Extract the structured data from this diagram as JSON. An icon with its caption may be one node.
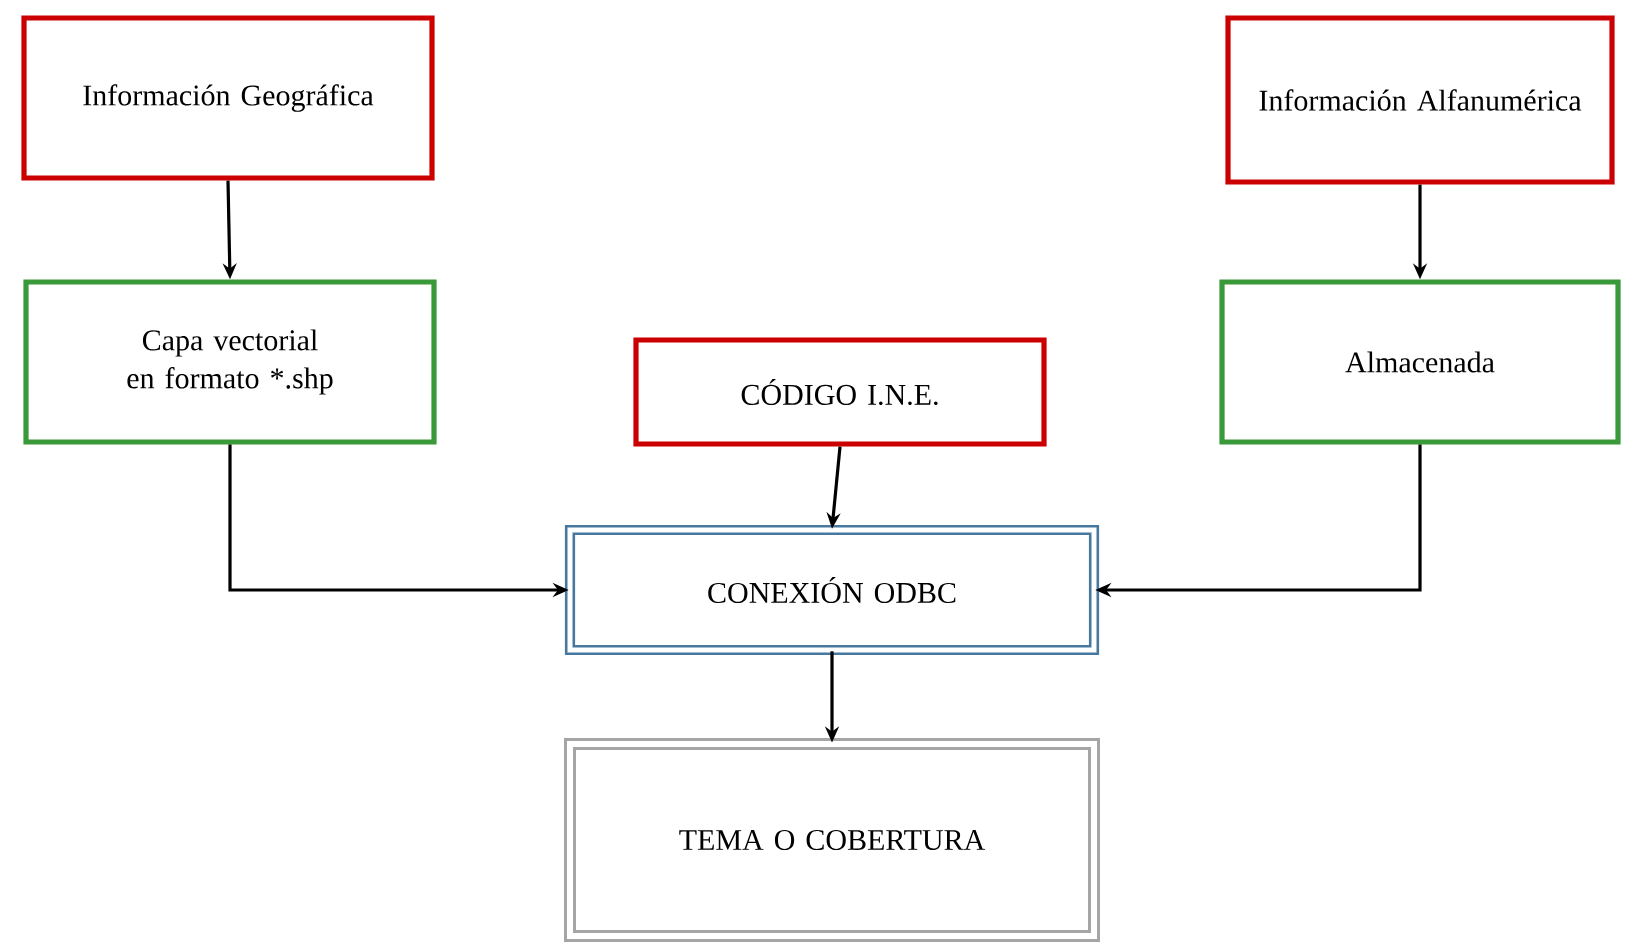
{
  "diagram": {
    "nodes": [
      {
        "text": [
          "Información Geográfica"
        ]
      },
      {
        "text": [
          "Información Alfanumérica"
        ]
      },
      {
        "text": [
          "Capa vectorial en formato *.shp"
        ]
      },
      {
        "text": [
          "CÓDIGO I.N.E."
        ]
      },
      {
        "text": [
          "Almacenada"
        ]
      },
      {
        "text": [
          "CONEXIÓN ODBC"
        ]
      },
      {
        "text": [
          "TEMA O COBERTURA"
        ]
      }
    ],
    "edges": [
      {
        "from": 0,
        "to": 2,
        "arrow": "to"
      },
      {
        "from": 1,
        "to": 4,
        "arrow": "to"
      },
      {
        "from": 3,
        "to": 5,
        "arrow": "to"
      },
      {
        "from": 2,
        "to": 5,
        "arrow": "to"
      },
      {
        "from": 4,
        "to": 5,
        "arrow": "to"
      },
      {
        "from": 5,
        "to": 6,
        "arrow": "to"
      }
    ]
  }
}
